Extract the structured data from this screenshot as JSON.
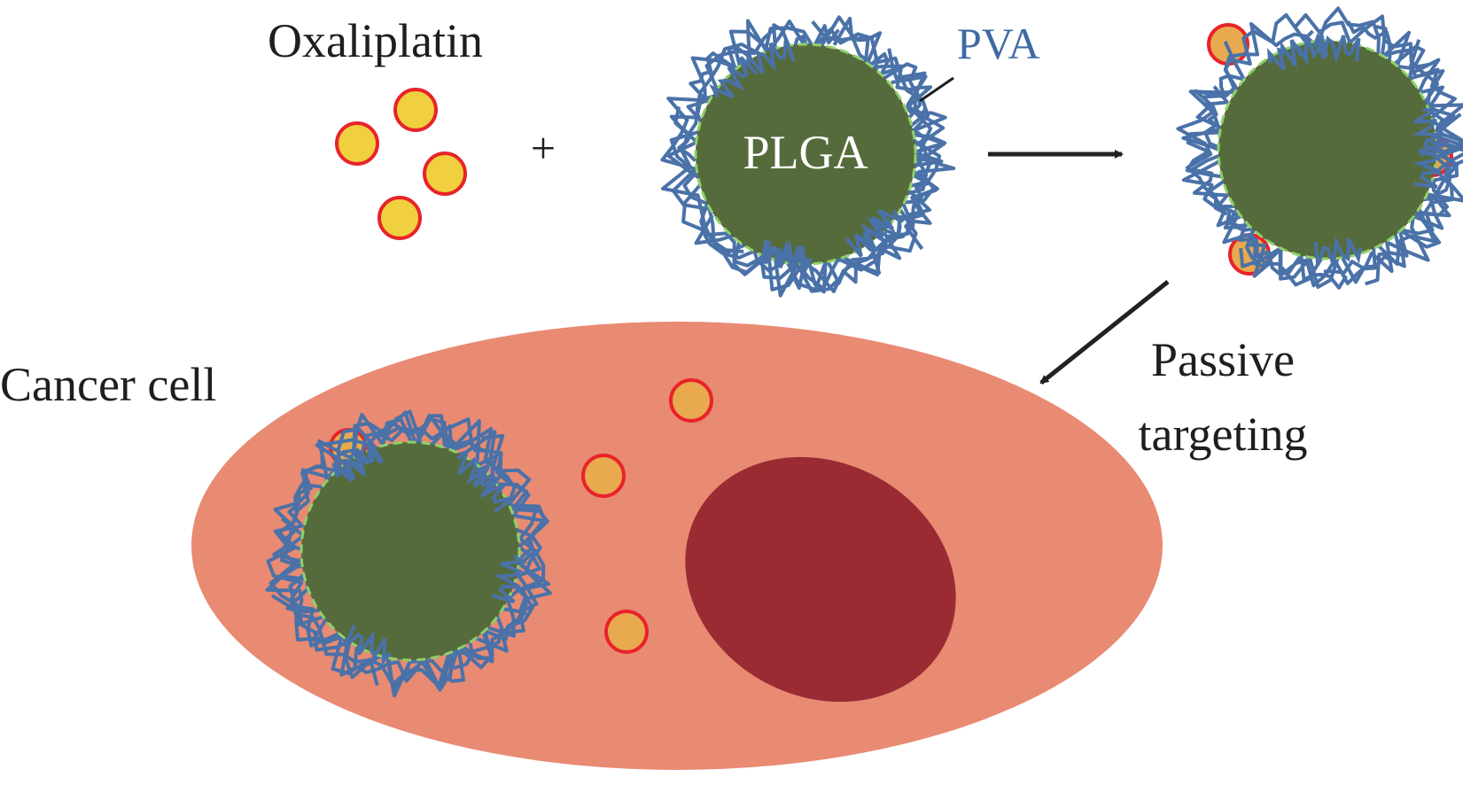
{
  "labels": {
    "oxaliplatin": "Oxaliplatin",
    "plus": "+",
    "pva": "PVA",
    "plga": "PLGA",
    "passive_line1": "Passive",
    "passive_line2": "targeting",
    "cancer_cell": "Cancer cell"
  },
  "colors": {
    "text": "#1e1e1e",
    "pva_text": "#3e6aa3",
    "drug_fill": "#f0d03e",
    "drug_fill_loaded": "#e9a94f",
    "drug_stroke": "#e8232a",
    "plga_fill": "#566b3c",
    "plga_border": "#8fd06a",
    "pva_strand": "#4a72a8",
    "cell_fill": "#e98a73",
    "nucleus_fill": "#9a2b33",
    "arrow": "#222222"
  },
  "icons": {
    "free_drug": "oxaliplatin-molecule-icon",
    "nanoparticle": "plga-nanoparticle-icon",
    "strand": "pva-strand-icon"
  }
}
